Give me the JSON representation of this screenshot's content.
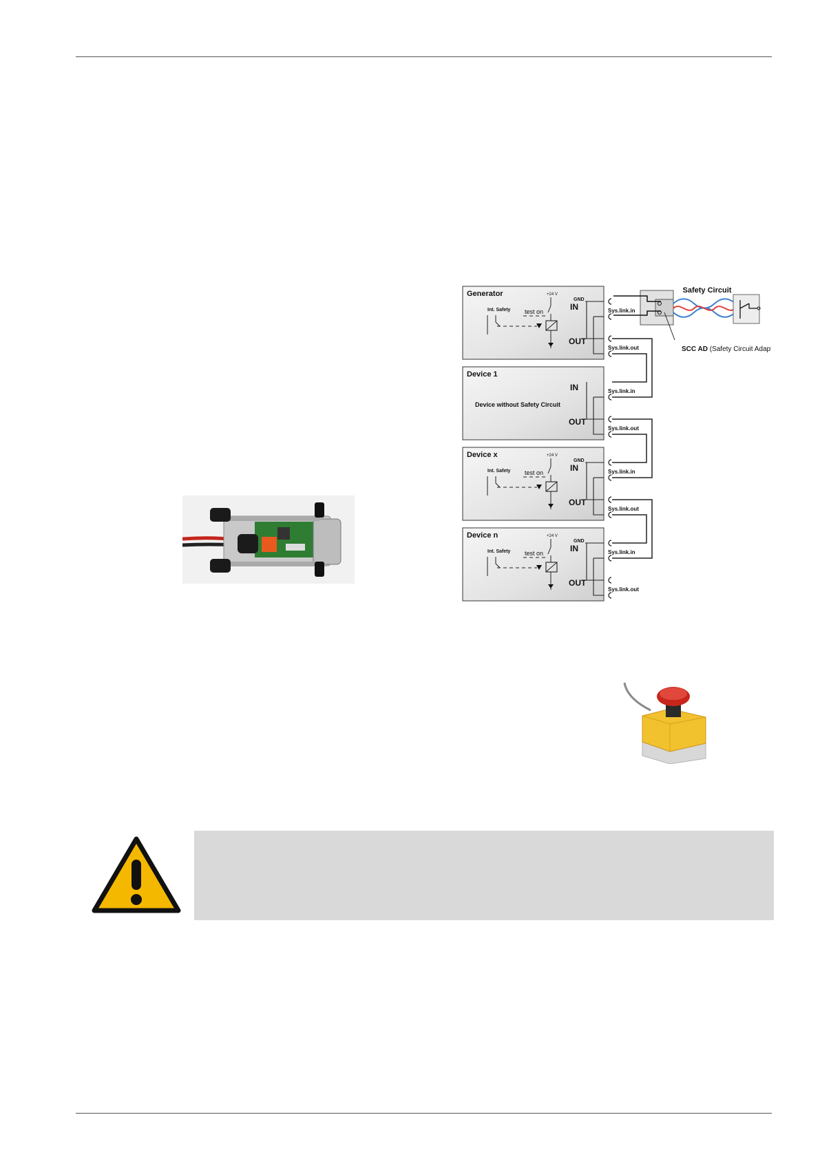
{
  "diagram": {
    "safety_circuit_label": "Safety Circuit",
    "scc_label_bold": "SCC AD",
    "scc_label_rest": " (Safety Circuit Adapter)",
    "devices": [
      {
        "name": "Generator",
        "has_safety": true
      },
      {
        "name": "Device 1",
        "has_safety": false,
        "note": "Device without Safety Circuit"
      },
      {
        "name": "Device x",
        "has_safety": true
      },
      {
        "name": "Device n",
        "has_safety": true
      }
    ],
    "labels": {
      "in": "IN",
      "out": "OUT",
      "gnd": "GND",
      "v24": "+24 V",
      "test_on": "test on",
      "int_safety": "Int. Safety",
      "sys_in": "Sys.link.in",
      "sys_out": "Sys.link.out"
    }
  },
  "colors": {
    "warning_yellow": "#f5b800",
    "warning_box": "#d9d9d9",
    "button_red": "#c8261b",
    "button_yellow": "#f2c12e"
  }
}
